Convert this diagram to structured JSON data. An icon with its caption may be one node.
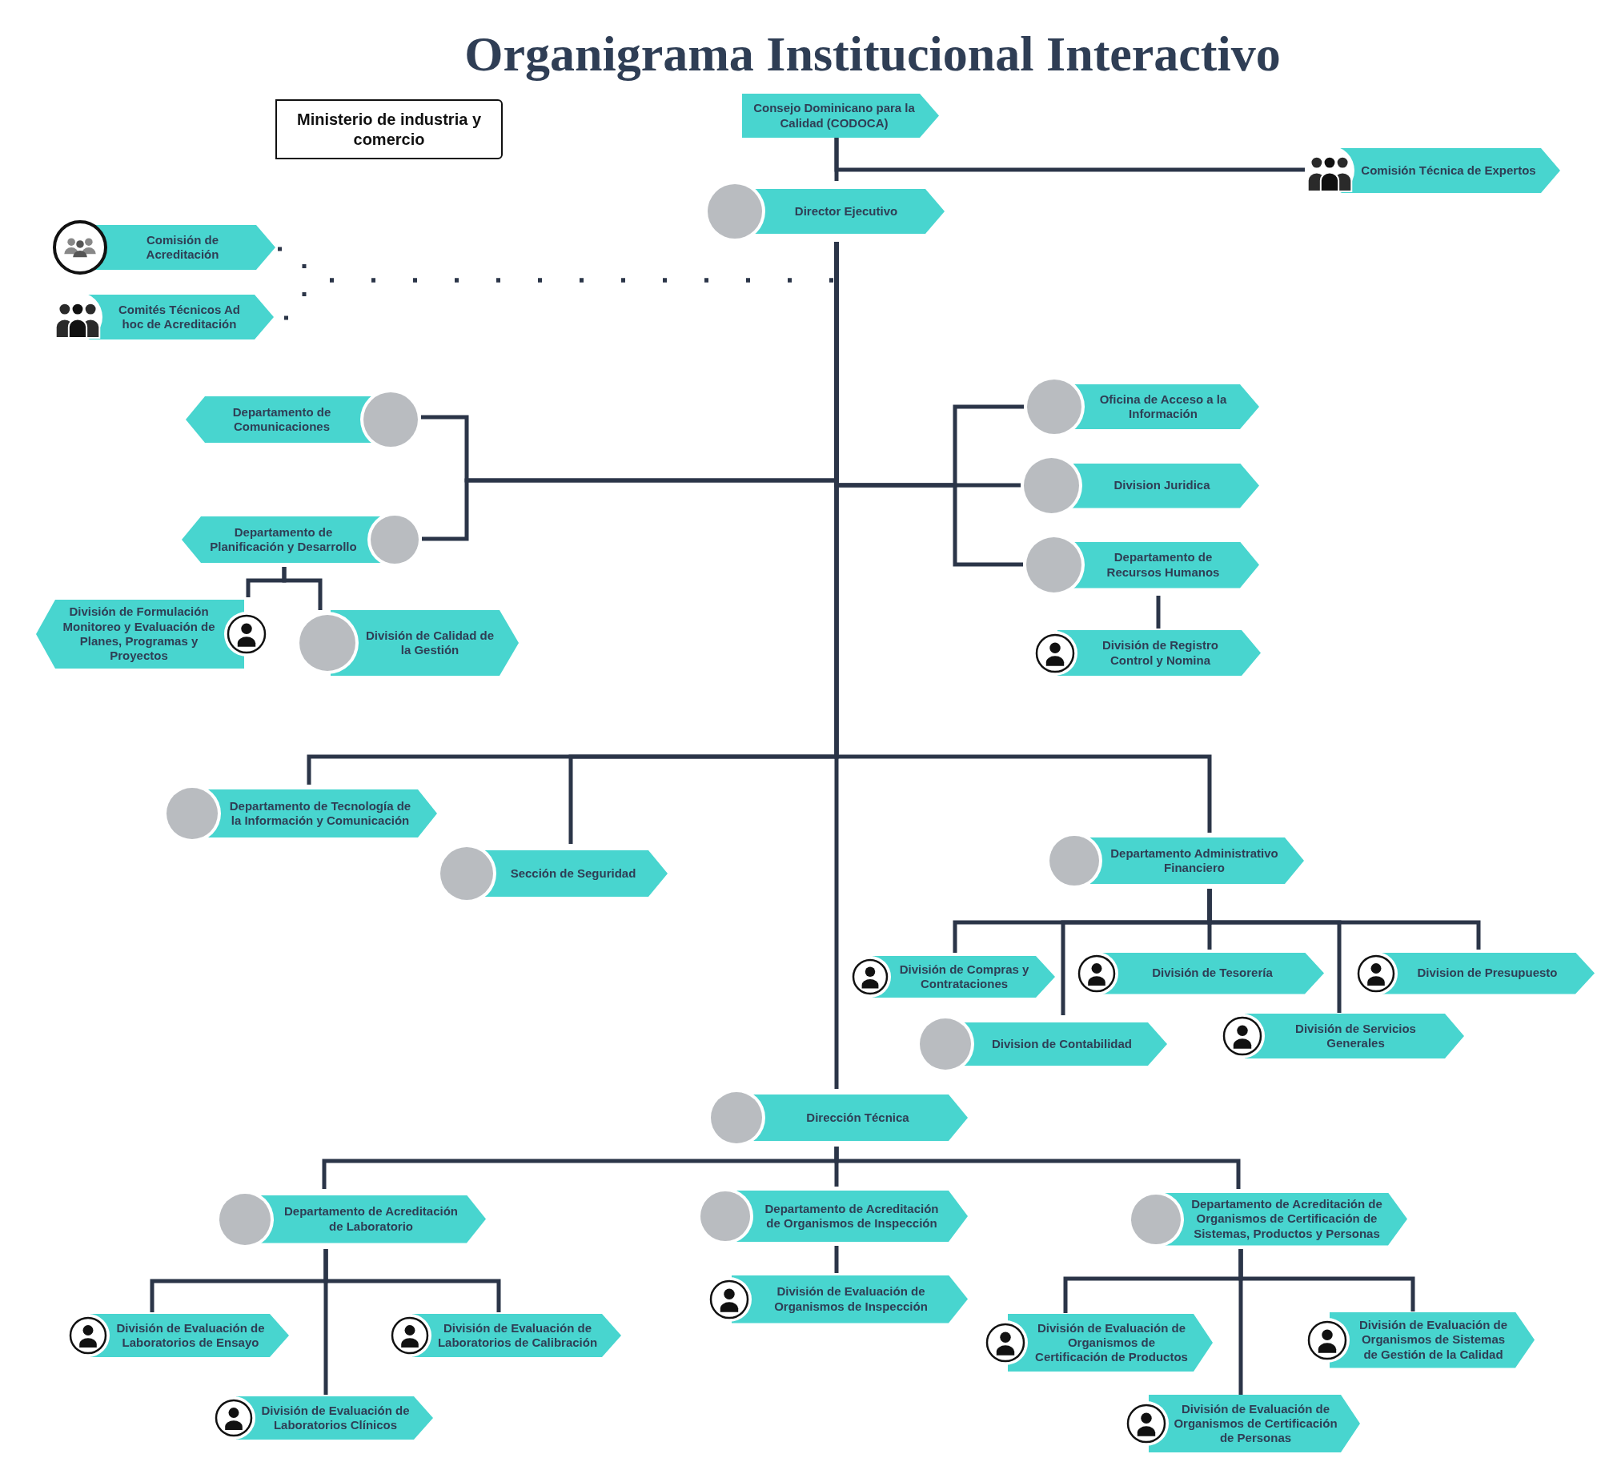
{
  "diagram": {
    "title": "Organigrama Institucional Interactivo",
    "nodes": [
      {
        "text": [
          "Ministerio de industria y comercio"
        ]
      },
      {
        "text": [
          "Consejo Dominicano para la Calidad (CODOCA)"
        ]
      },
      {
        "text": [
          "Comisión Técnica de Expertos"
        ]
      },
      {
        "text": [
          "Director Ejecutivo"
        ]
      },
      {
        "text": [
          "Comisión de Acreditación"
        ]
      },
      {
        "text": [
          "Comités Técnicos Ad hoc de Acreditación"
        ]
      },
      {
        "text": [
          "Departamento de Comunicaciones"
        ]
      },
      {
        "text": [
          "Departamento de Planificación y Desarrollo"
        ]
      },
      {
        "text": [
          "División de Formulación Monitoreo y Evaluación de Planes, Programas y Proyectos"
        ]
      },
      {
        "text": [
          "División de Calidad de la Gestión"
        ]
      },
      {
        "text": [
          "Oficina de Acceso a la Información"
        ]
      },
      {
        "text": [
          "Division Juridica"
        ]
      },
      {
        "text": [
          "Departamento de Recursos Humanos"
        ]
      },
      {
        "text": [
          "División de Registro Control y Nomina"
        ]
      },
      {
        "text": [
          "Departamento de Tecnología de la Información y Comunicación"
        ]
      },
      {
        "text": [
          "Sección de Seguridad"
        ]
      },
      {
        "text": [
          "Departamento Administrativo Financiero"
        ]
      },
      {
        "text": [
          "División de Compras y Contrataciones"
        ]
      },
      {
        "text": [
          "División de Tesorería"
        ]
      },
      {
        "text": [
          "Division de Presupuesto"
        ]
      },
      {
        "text": [
          "Division de Contabilidad"
        ]
      },
      {
        "text": [
          "División de Servicios Generales"
        ]
      },
      {
        "text": [
          "Dirección Técnica"
        ]
      },
      {
        "text": [
          "Departamento de Acreditación de Laboratorio"
        ]
      },
      {
        "text": [
          "Departamento de Acreditación de Organismos de Inspección"
        ]
      },
      {
        "text": [
          "Departamento de Acreditación de Organismos de Certificación de Sistemas, Productos y Personas"
        ]
      },
      {
        "text": [
          "División de Evaluación de Laboratorios de Ensayo"
        ]
      },
      {
        "text": [
          "División de Evaluación de Laboratorios de Calibración"
        ]
      },
      {
        "text": [
          "División de Evaluación de Laboratorios Clínicos"
        ]
      },
      {
        "text": [
          "División de Evaluación de Organismos de Inspección"
        ]
      },
      {
        "text": [
          "División de Evaluación de Organismos de Certificación de Productos"
        ]
      },
      {
        "text": [
          "División de Evaluación de Organismos de Sistemas de Gestión de la Calidad"
        ]
      },
      {
        "text": [
          "División de Evaluación de Organismos de Certificación de Personas"
        ]
      }
    ],
    "edges": [
      {
        "from": 1,
        "to": 3,
        "arrow": "none"
      },
      {
        "from": 1,
        "to": 2,
        "arrow": "none"
      },
      {
        "from": 3,
        "to": 4,
        "arrow": "none",
        "style": "dashed"
      },
      {
        "from": 3,
        "to": 5,
        "arrow": "none",
        "style": "dashed"
      },
      {
        "from": 3,
        "to": 6,
        "arrow": "none"
      },
      {
        "from": 3,
        "to": 7,
        "arrow": "none"
      },
      {
        "from": 3,
        "to": 10,
        "arrow": "none"
      },
      {
        "from": 3,
        "to": 11,
        "arrow": "none"
      },
      {
        "from": 3,
        "to": 12,
        "arrow": "none"
      },
      {
        "from": 7,
        "to": 8,
        "arrow": "none"
      },
      {
        "from": 7,
        "to": 9,
        "arrow": "none"
      },
      {
        "from": 12,
        "to": 13,
        "arrow": "none"
      },
      {
        "from": 3,
        "to": 14,
        "arrow": "none"
      },
      {
        "from": 3,
        "to": 15,
        "arrow": "none"
      },
      {
        "from": 3,
        "to": 16,
        "arrow": "none"
      },
      {
        "from": 16,
        "to": 17,
        "arrow": "none"
      },
      {
        "from": 16,
        "to": 18,
        "arrow": "none"
      },
      {
        "from": 16,
        "to": 19,
        "arrow": "none"
      },
      {
        "from": 16,
        "to": 20,
        "arrow": "none"
      },
      {
        "from": 16,
        "to": 21,
        "arrow": "none"
      },
      {
        "from": 3,
        "to": 22,
        "arrow": "none"
      },
      {
        "from": 22,
        "to": 23,
        "arrow": "none"
      },
      {
        "from": 22,
        "to": 24,
        "arrow": "none"
      },
      {
        "from": 22,
        "to": 25,
        "arrow": "none"
      },
      {
        "from": 23,
        "to": 26,
        "arrow": "none"
      },
      {
        "from": 23,
        "to": 27,
        "arrow": "none"
      },
      {
        "from": 23,
        "to": 28,
        "arrow": "none"
      },
      {
        "from": 24,
        "to": 29,
        "arrow": "none"
      },
      {
        "from": 25,
        "to": 30,
        "arrow": "none"
      },
      {
        "from": 25,
        "to": 31,
        "arrow": "none"
      },
      {
        "from": 25,
        "to": 32,
        "arrow": "none"
      }
    ]
  }
}
